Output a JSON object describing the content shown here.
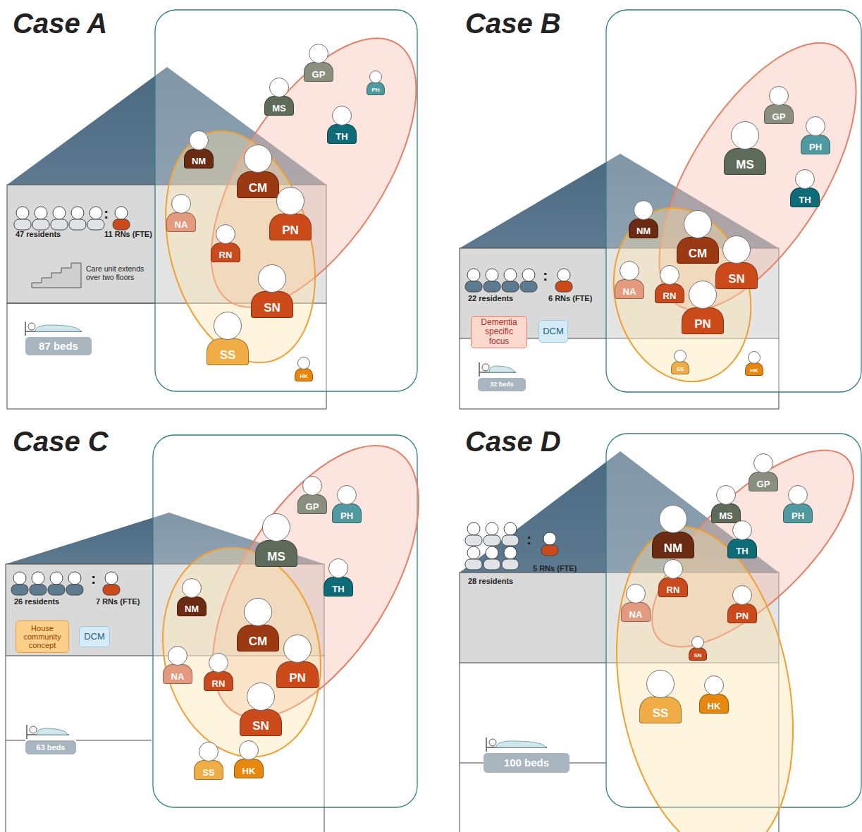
{
  "diagram": {
    "nodes": [
      {
        "text": [
          "GP"
        ]
      },
      {
        "text": [
          "PH"
        ]
      },
      {
        "text": [
          "MS"
        ]
      },
      {
        "text": [
          "TH"
        ]
      },
      {
        "text": [
          "NM"
        ]
      },
      {
        "text": [
          "CM"
        ]
      },
      {
        "text": [
          "NA"
        ]
      },
      {
        "text": [
          "RN"
        ]
      },
      {
        "text": [
          "PN"
        ]
      },
      {
        "text": [
          "SN"
        ]
      },
      {
        "text": [
          "SS"
        ]
      },
      {
        "text": [
          "HK"
        ]
      },
      {
        "text": [
          "87 beds"
        ]
      },
      {
        "text": [
          "GP"
        ]
      },
      {
        "text": [
          "PH"
        ]
      },
      {
        "text": [
          "MS"
        ]
      },
      {
        "text": [
          "TH"
        ]
      },
      {
        "text": [
          "NM"
        ]
      },
      {
        "text": [
          "CM"
        ]
      },
      {
        "text": [
          "SN"
        ]
      },
      {
        "text": [
          "NA"
        ]
      },
      {
        "text": [
          "RN"
        ]
      },
      {
        "text": [
          "PN"
        ]
      },
      {
        "text": [
          "SS"
        ]
      },
      {
        "text": [
          "HK"
        ]
      },
      {
        "text": [
          "Dementia specific focus"
        ]
      },
      {
        "text": [
          "DCM"
        ]
      },
      {
        "text": [
          "32 beds"
        ]
      },
      {
        "text": [
          "GP"
        ]
      },
      {
        "text": [
          "MS"
        ]
      },
      {
        "text": [
          "PH"
        ]
      },
      {
        "text": [
          "TH"
        ]
      },
      {
        "text": [
          "NM"
        ]
      },
      {
        "text": [
          "CM"
        ]
      },
      {
        "text": [
          "NA"
        ]
      },
      {
        "text": [
          "RN"
        ]
      },
      {
        "text": [
          "PN"
        ]
      },
      {
        "text": [
          "SN"
        ]
      },
      {
        "text": [
          "SS"
        ]
      },
      {
        "text": [
          "HK"
        ]
      },
      {
        "text": [
          "House community concept"
        ]
      },
      {
        "text": [
          "DCM"
        ]
      },
      {
        "text": [
          "63 beds"
        ]
      },
      {
        "text": [
          "GP"
        ]
      },
      {
        "text": [
          "MS"
        ]
      },
      {
        "text": [
          "PH"
        ]
      },
      {
        "text": [
          "TH"
        ]
      },
      {
        "text": [
          "NM"
        ]
      },
      {
        "text": [
          "RN"
        ]
      },
      {
        "text": [
          "PN"
        ]
      },
      {
        "text": [
          "NA"
        ]
      },
      {
        "text": [
          "SN"
        ]
      },
      {
        "text": [
          "SS"
        ]
      },
      {
        "text": [
          "HK"
        ]
      },
      {
        "text": [
          "100 beds"
        ]
      }
    ],
    "labels": [
      "Case A",
      "47 residents",
      ":",
      "11 RNs (FTE)",
      "Care unit extends over two floors",
      "Case B",
      "22 residents",
      ":",
      "6 RNs (FTE)",
      "Case C",
      "26 residents",
      ":",
      "7 RNs (FTE)",
      "Case D",
      "28 residents",
      ":",
      "5 RNs (FTE)"
    ]
  }
}
